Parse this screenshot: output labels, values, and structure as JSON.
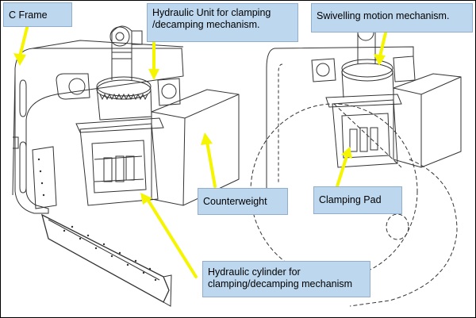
{
  "callouts": {
    "c_frame": "C Frame",
    "hydraulic_unit_line1": "Hydraulic Unit for clamping",
    "hydraulic_unit_line2": "/decamping mechanism.",
    "swivelling": "Swivelling motion mechanism.",
    "counterweight": "Counterweight",
    "clamping_pad": "Clamping Pad",
    "cylinder_line1": "Hydraulic  cylinder for",
    "cylinder_line2": "clamping/decamping mechanism"
  },
  "colors": {
    "callout_fill": "#bdd7ee",
    "arrow": "#f5f500",
    "line_art": "#333333"
  }
}
